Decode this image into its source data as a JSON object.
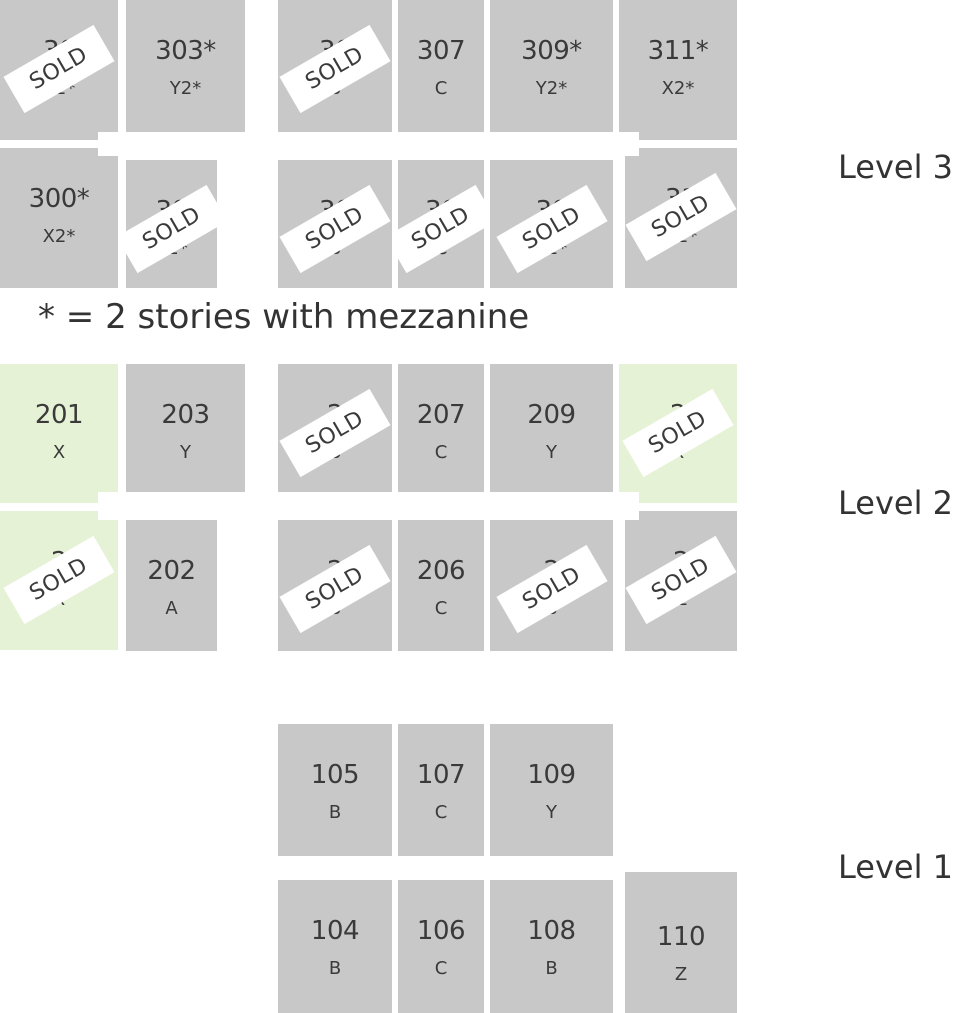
{
  "legend": {
    "note": "* = 2 stories with mezzanine",
    "sold_label": "SOLD"
  },
  "levels": [
    {
      "label": "Level 3",
      "units": [
        {
          "number": "30",
          "type": "X2*",
          "sold": true,
          "highlight": false
        },
        {
          "number": "303*",
          "type": "Y2*",
          "sold": false,
          "highlight": false
        },
        {
          "number": "30",
          "type": "B",
          "sold": true,
          "highlight": false
        },
        {
          "number": "307",
          "type": "C",
          "sold": false,
          "highlight": false
        },
        {
          "number": "309*",
          "type": "Y2*",
          "sold": false,
          "highlight": false
        },
        {
          "number": "311*",
          "type": "X2*",
          "sold": false,
          "highlight": false
        },
        {
          "number": "300*",
          "type": "X2*",
          "sold": false,
          "highlight": false
        },
        {
          "number": "30",
          "type": "X2*",
          "sold": true,
          "highlight": false
        },
        {
          "number": "30",
          "type": "B",
          "sold": true,
          "highlight": false
        },
        {
          "number": "30",
          "type": "C",
          "sold": true,
          "highlight": false
        },
        {
          "number": "30",
          "type": "Y2*",
          "sold": true,
          "highlight": false
        },
        {
          "number": "31",
          "type": "X2*",
          "sold": true,
          "highlight": false
        }
      ]
    },
    {
      "label": "Level 2",
      "units": [
        {
          "number": "201",
          "type": "X",
          "sold": false,
          "highlight": true
        },
        {
          "number": "203",
          "type": "Y",
          "sold": false,
          "highlight": false
        },
        {
          "number": "2",
          "type": "B",
          "sold": true,
          "highlight": false
        },
        {
          "number": "207",
          "type": "C",
          "sold": false,
          "highlight": false
        },
        {
          "number": "209",
          "type": "Y",
          "sold": false,
          "highlight": false
        },
        {
          "number": "2",
          "type": "X",
          "sold": true,
          "highlight": true
        },
        {
          "number": "2",
          "type": "X",
          "sold": true,
          "highlight": true
        },
        {
          "number": "202",
          "type": "A",
          "sold": false,
          "highlight": false
        },
        {
          "number": "2",
          "type": "B",
          "sold": true,
          "highlight": false
        },
        {
          "number": "206",
          "type": "C",
          "sold": false,
          "highlight": false
        },
        {
          "number": "2",
          "type": "B",
          "sold": true,
          "highlight": false
        },
        {
          "number": "2",
          "type": "Z",
          "sold": true,
          "highlight": false
        }
      ]
    },
    {
      "label": "Level 1",
      "units": [
        {
          "number": "105",
          "type": "B",
          "sold": false,
          "highlight": false
        },
        {
          "number": "107",
          "type": "C",
          "sold": false,
          "highlight": false
        },
        {
          "number": "109",
          "type": "Y",
          "sold": false,
          "highlight": false
        },
        {
          "number": "104",
          "type": "B",
          "sold": false,
          "highlight": false
        },
        {
          "number": "106",
          "type": "C",
          "sold": false,
          "highlight": false
        },
        {
          "number": "108",
          "type": "B",
          "sold": false,
          "highlight": false
        },
        {
          "number": "110",
          "type": "Z",
          "sold": false,
          "highlight": false
        }
      ]
    }
  ]
}
